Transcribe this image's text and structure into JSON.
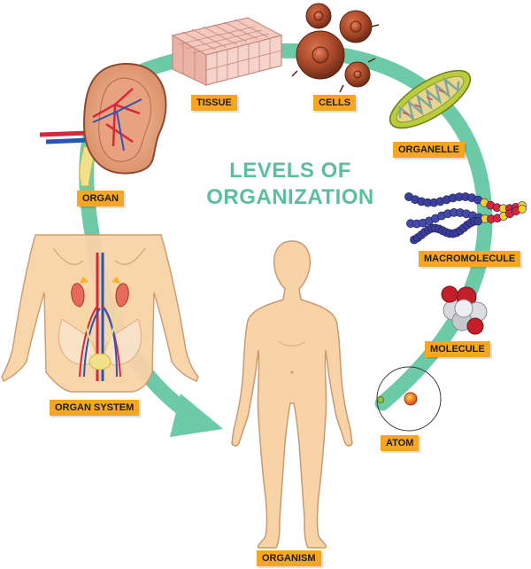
{
  "title": {
    "line1": "LEVELS OF",
    "line2": "ORGANIZATION"
  },
  "levels": {
    "atom": "ATOM",
    "molecule": "MOLECULE",
    "macromolecule": "MACROMOLECULE",
    "organelle": "ORGANELLE",
    "cells": "CELLS",
    "tissue": "TISSUE",
    "organ": "ORGAN",
    "organ_system": "ORGAN SYSTEM",
    "organism": "ORGANISM"
  },
  "colors": {
    "path": "#6dcaa8",
    "label_bg": "#f6a623",
    "title": "#5bbf9e",
    "skin": "#f9d3a8",
    "skin_outline": "#c89a6d"
  },
  "icons": [
    "kidney-organ-icon",
    "tissue-icon",
    "cells-icon",
    "mitochondrion-icon",
    "dna-strand-icon",
    "molecule-icon",
    "atom-icon",
    "urinary-system-icon",
    "human-body-icon"
  ]
}
